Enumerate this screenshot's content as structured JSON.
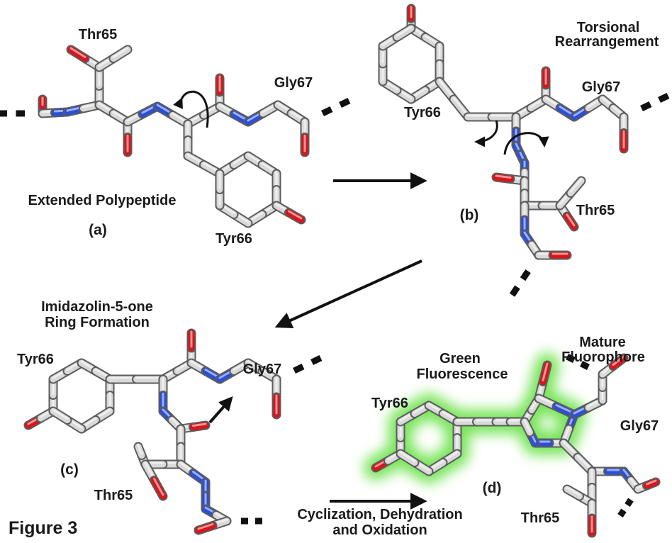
{
  "figure_label": "Figure 3",
  "panels": {
    "a": {
      "letter": "(a)",
      "title": "Extended Polypeptide",
      "residues": {
        "thr": "Thr65",
        "tyr": "Tyr66",
        "gly": "Gly67"
      }
    },
    "b": {
      "letter": "(b)",
      "title_line1": "Torsional",
      "title_line2": "Rearrangement",
      "residues": {
        "thr": "Thr65",
        "tyr": "Tyr66",
        "gly": "Gly67"
      }
    },
    "c": {
      "letter": "(c)",
      "title_line1": "Imidazolin-5-one",
      "title_line2": "Ring Formation",
      "residues": {
        "thr": "Thr65",
        "tyr": "Tyr66",
        "gly": "Gly67"
      }
    },
    "d": {
      "letter": "(d)",
      "title_line1": "Mature",
      "title_line2": "Fluorophore",
      "glow_label_line1": "Green",
      "glow_label_line2": "Fluorescence",
      "residues": {
        "thr": "Thr65",
        "tyr": "Tyr66",
        "gly": "Gly67"
      }
    }
  },
  "step_label_line1": "Cyclization, Dehydration",
  "step_label_line2": "and Oxidation",
  "colors": {
    "carbon": "#d9d9d9",
    "nitrogen": "#2b4fd8",
    "oxygen": "#d8161b",
    "glow": "#5fe03a",
    "text": "#1a1a1a"
  }
}
